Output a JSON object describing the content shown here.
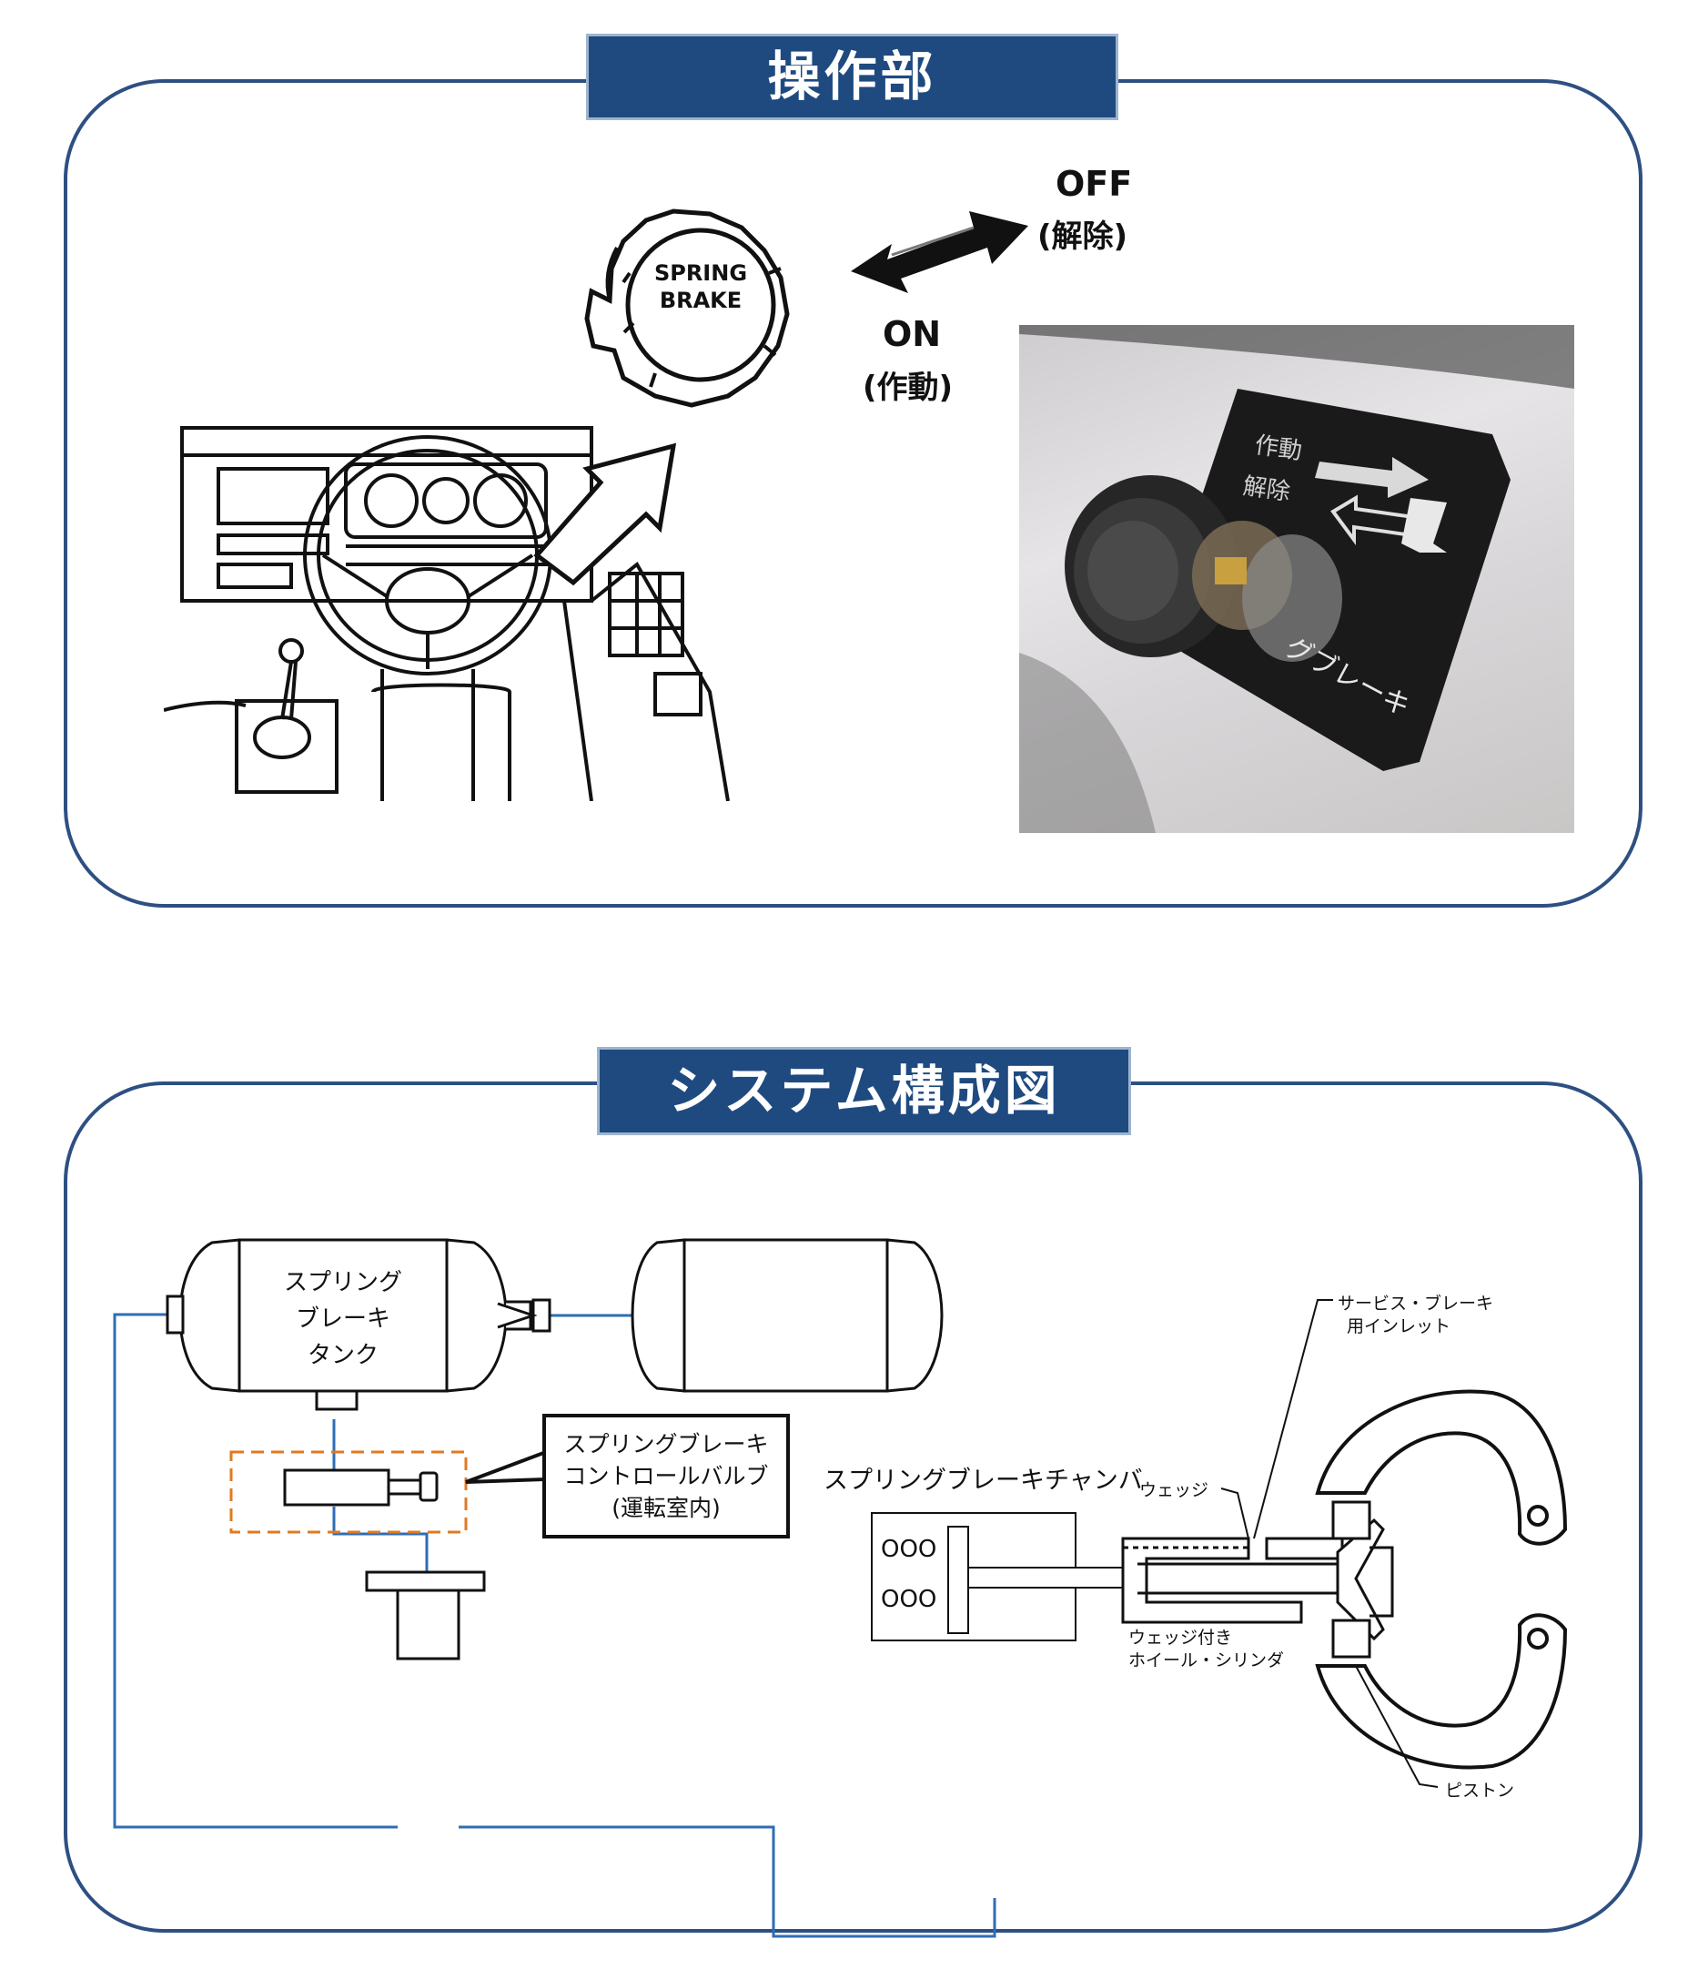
{
  "section1": {
    "title": "操作部",
    "knob_text": [
      "SPRING",
      "BRAKE"
    ],
    "off_label": "OFF",
    "off_sub": "(解除)",
    "on_label": "ON",
    "on_sub": "(作動)",
    "photo_labels": [
      "作動",
      "解除"
    ],
    "photo_caption": "グブレーキ"
  },
  "section2": {
    "title": "システム構成図",
    "tank_label": [
      "スプリング",
      "ブレーキ",
      "タンク"
    ],
    "callout": [
      "スプリングブレーキ",
      "コントロールバルブ",
      "(運転室内)"
    ],
    "chamber_label": "スプリングブレーキチャンバ",
    "chamber_symbols": [
      "OOO",
      "OOO"
    ],
    "service_inlet": [
      "サービス・ブレーキ",
      "用インレット"
    ],
    "wedge": "ウェッジ",
    "wheel_cylinder": [
      "ウェッジ付き",
      "ホイール・シリンダ"
    ],
    "piston": "ピストン"
  },
  "colors": {
    "panel_border": "#2e4f82",
    "title_bg": "#1f4a80",
    "pipe": "#2e6db4",
    "dashed": "#e07a20"
  }
}
